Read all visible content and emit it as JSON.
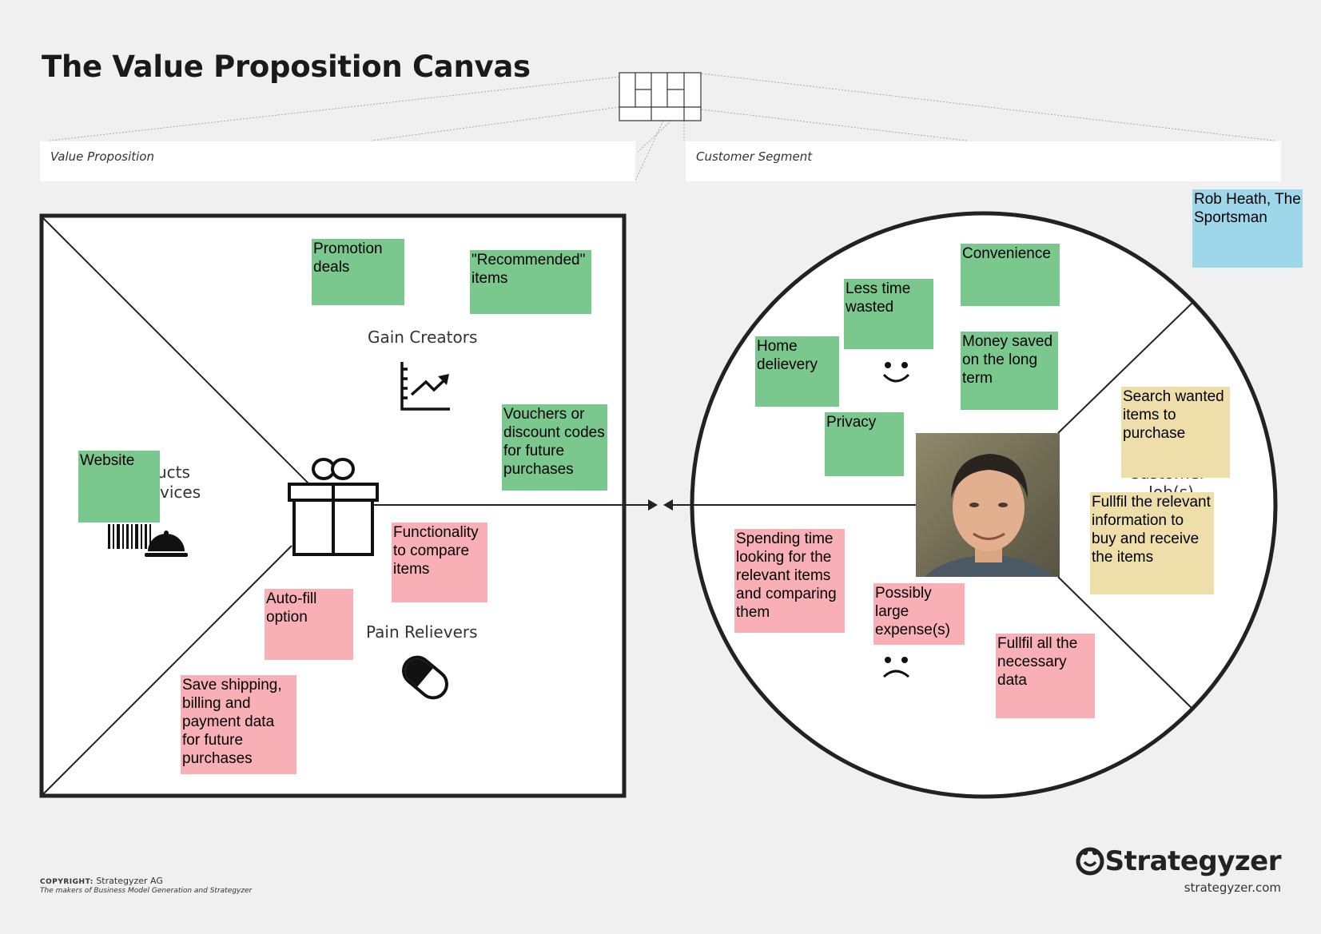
{
  "title": "The Value Proposition Canvas",
  "fields": {
    "value_proposition": "Value Proposition",
    "customer_segment": "Customer Segment"
  },
  "sections": {
    "gain_creators": "Gain Creators",
    "pain_relievers": "Pain Relievers",
    "products_services_partial": [
      "ucts",
      "vices"
    ],
    "customer_jobs_partial": [
      "Customer",
      "Job(s)"
    ]
  },
  "notes": {
    "value_map": {
      "gain_creators": [
        "Promotion deals",
        "\"Recommended\" items",
        "Vouchers or discount codes for future purchases"
      ],
      "products_services": [
        "Website"
      ],
      "pain_relievers": [
        "Functionality to compare items",
        "Auto-fill option",
        "Save shipping, billing and payment data for future purchases"
      ]
    },
    "customer_profile": {
      "gains": [
        "Convenience",
        "Less time wasted",
        "Home delievery",
        "Money saved on the long term",
        "Privacy"
      ],
      "pains": [
        "Spending time looking for the relevant items and comparing them",
        "Possibly large expense(s)",
        "Fullfil all the necessary data"
      ],
      "jobs": [
        "Search wanted items to purchase",
        "Fullfil the relevant information to buy and receive the items"
      ],
      "persona": "Rob Heath, The Sportsman"
    }
  },
  "icons": [
    "gift-icon",
    "chart-up-icon",
    "pill-icon",
    "barcode-icon",
    "cloche-icon",
    "smile-icon",
    "frown-icon",
    "canvas-thumbnail-icon",
    "strategyzer-logo-icon"
  ],
  "footer": {
    "copyright_label": "COPYRIGHT:",
    "copyright_holder": "Strategyzer AG",
    "tagline": "The makers of Business Model Generation and Strategyzer",
    "brand": "Strategyzer",
    "url": "strategyzer.com"
  },
  "colors": {
    "gain_note": "#7ac88e",
    "pain_note": "#f8b0b6",
    "job_note": "#eedeaa",
    "persona_note": "#9dd7e9"
  }
}
